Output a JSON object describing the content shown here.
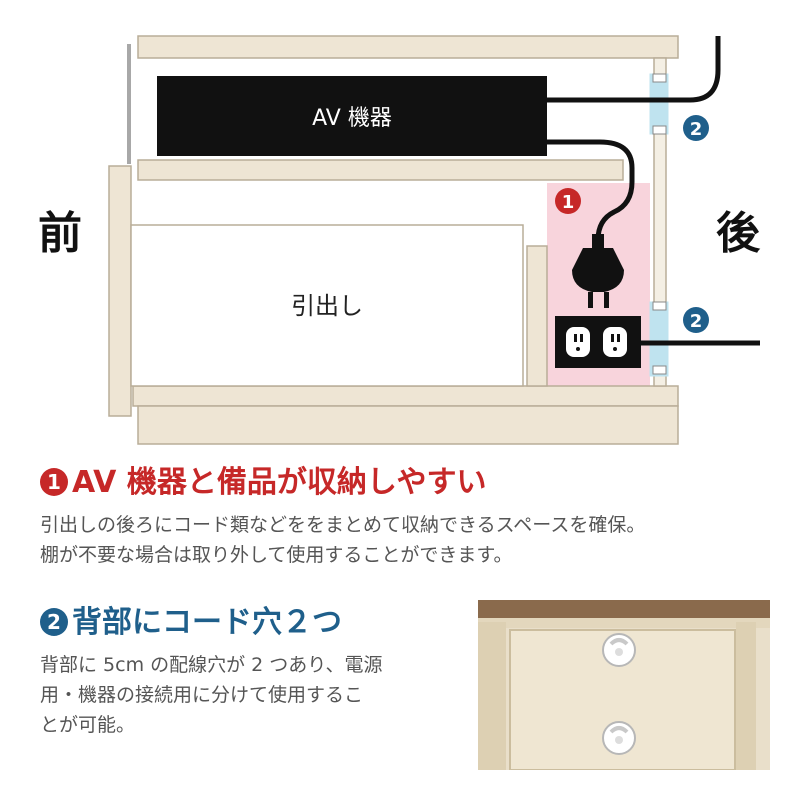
{
  "diagram": {
    "front_label": "前",
    "back_label": "後",
    "av_label": "AV 機器",
    "drawer_label": "引出し",
    "marker1": "1",
    "marker2": "2"
  },
  "section1": {
    "number": "1",
    "title": "AV 機器と備品が収納しやすい",
    "lines": [
      "引出しの後ろにコード類などををまとめて収納できるスペースを確保。",
      "棚が不要な場合は取り外して使用することができます。"
    ]
  },
  "section2": {
    "number": "2",
    "title": "背部にコード穴２つ",
    "lines": [
      "背部に 5cm の配線穴が 2 つあり、電源",
      "用・機器の接続用に分けて使用するこ",
      "とが可能。"
    ]
  },
  "colors": {
    "red": "#c62828",
    "blue": "#1f5f8b",
    "wood": "#eee5d4",
    "wood_edge": "#b9ad98",
    "pink_zone": "#f8d4dc",
    "cable_hole": "#bfe3ef",
    "black": "#111111"
  }
}
